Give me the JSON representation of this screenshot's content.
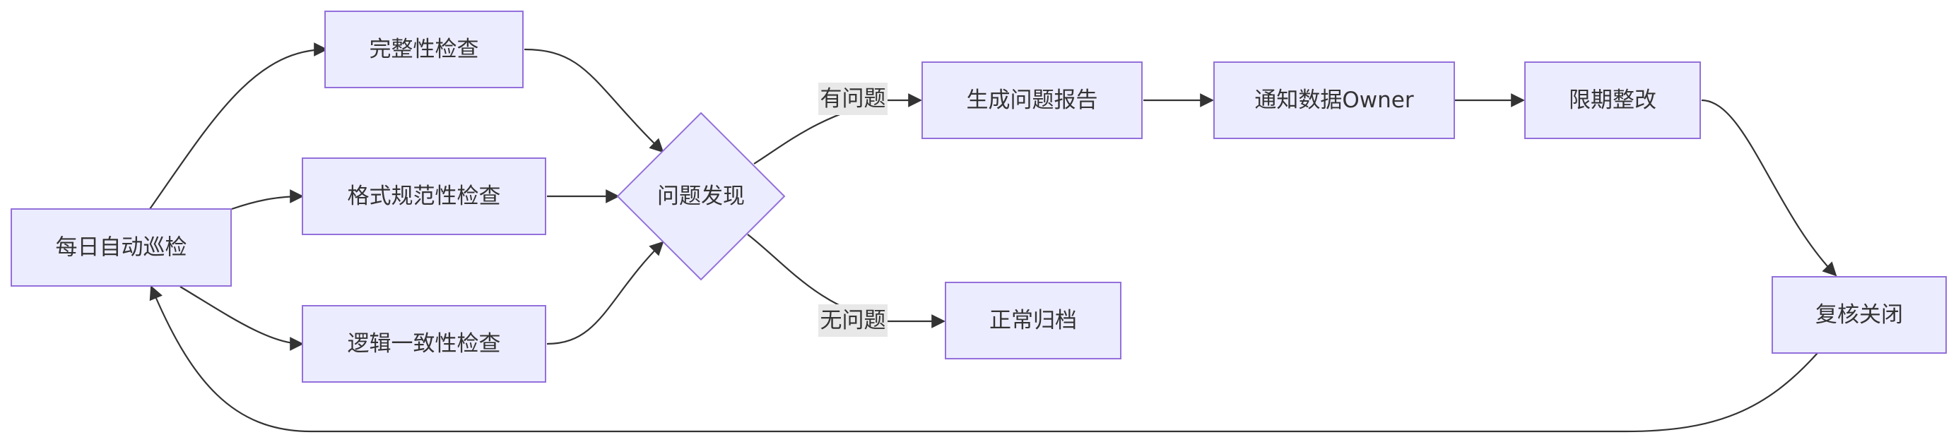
{
  "nodes": {
    "daily_patrol": "每日自动巡检",
    "completeness_check": "完整性检查",
    "format_check": "格式规范性检查",
    "logic_check": "逻辑一致性检查",
    "issue_found": "问题发现",
    "generate_report": "生成问题报告",
    "notify_owner": "通知数据Owner",
    "rectify_deadline": "限期整改",
    "review_close": "复核关闭",
    "normal_archive": "正常归档"
  },
  "edge_labels": {
    "has_issue": "有问题",
    "no_issue": "无问题"
  },
  "colors": {
    "node_fill": "#ECECFF",
    "node_stroke": "#9370DB",
    "edge": "#333333",
    "label_bg": "#E8E8E8"
  }
}
